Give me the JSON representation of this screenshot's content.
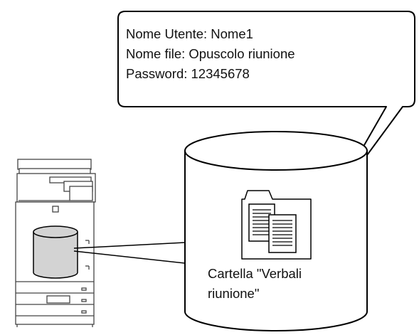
{
  "callout": {
    "line1": "Nome Utente: Nome1",
    "line2": "Nome file: Opuscolo riunione",
    "line3": "Password: 12345678"
  },
  "folder": {
    "line1": "Cartella \"Verbali",
    "line2": "riunione\""
  },
  "colors": {
    "stroke": "#000000",
    "printer_stroke": "#444444",
    "storage_fill": "#d3d3d3",
    "background": "#ffffff"
  }
}
